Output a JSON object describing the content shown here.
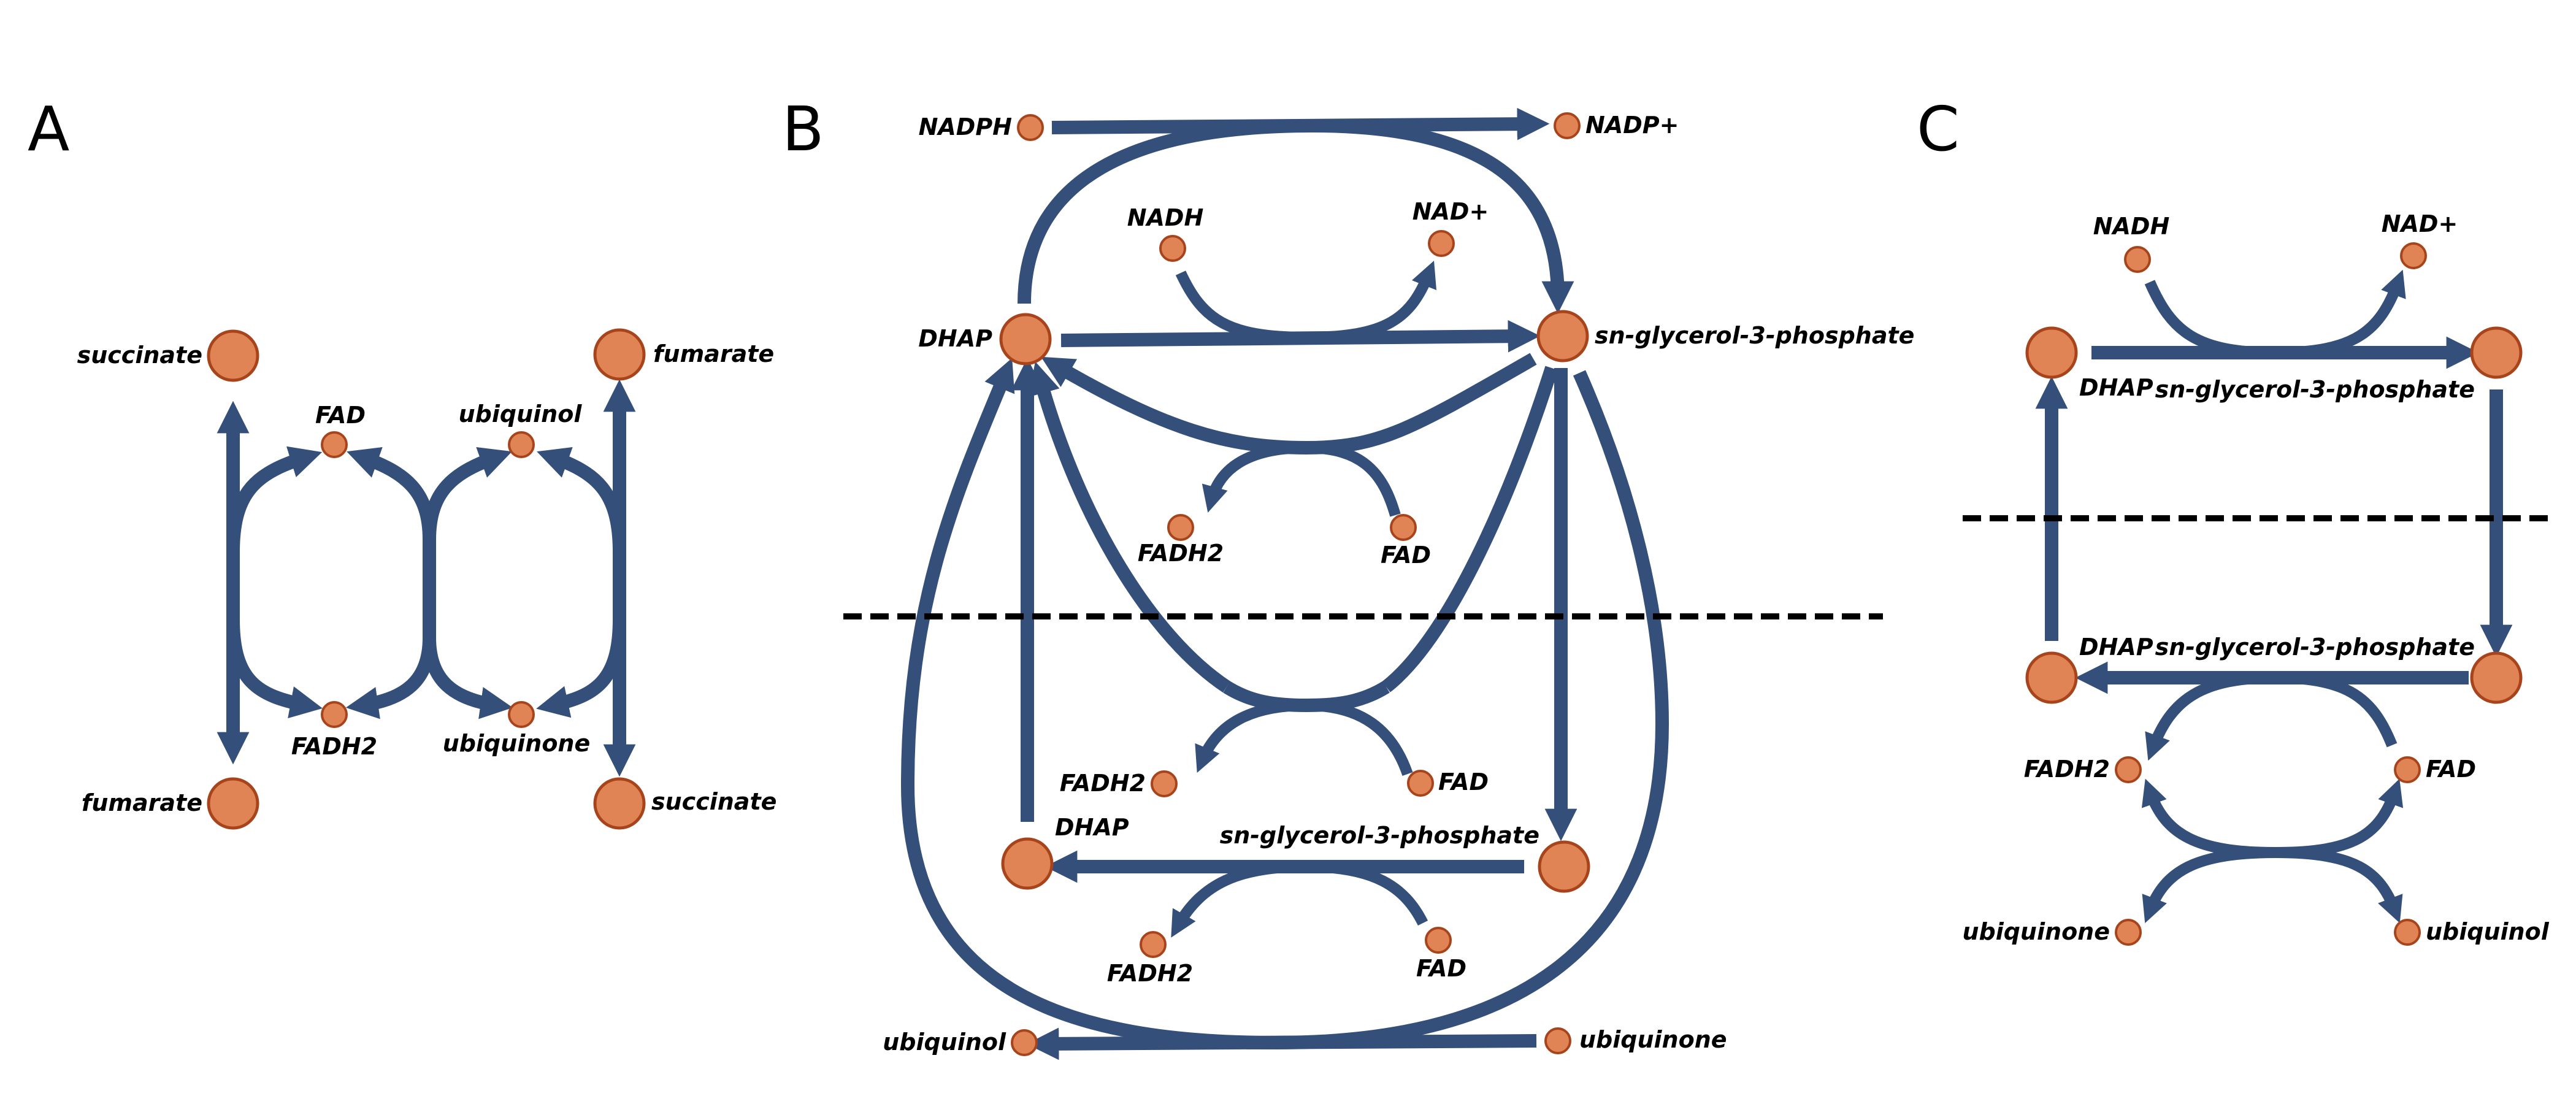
{
  "panels": [
    "A",
    "B",
    "C"
  ],
  "colors": {
    "flow": "#34507a",
    "node_fill": "#e08455",
    "node_stroke": "#a8441c",
    "divider": "#000000"
  },
  "panel_a": {
    "succinate_top": "succinate",
    "fumarate_bottom": "fumarate",
    "fad": "FAD",
    "fadh2": "FADH2",
    "ubiquinol": "ubiquinol",
    "ubiquinone": "ubiquinone",
    "fumarate_top": "fumarate",
    "succinate_bottom": "succinate"
  },
  "panel_b": {
    "nadph": "NADPH",
    "nadp": "NADP+",
    "nadh": "NADH",
    "nad": "NAD+",
    "dhap_top": "DHAP",
    "g3p_top": "sn-glycerol-3-phosphate",
    "fadh2_upper": "FADH2",
    "fad_upper": "FAD",
    "fadh2_mid": "FADH2",
    "fad_mid": "FAD",
    "dhap_bottom": "DHAP",
    "g3p_bottom": "sn-glycerol-3-phosphate",
    "fadh2_lower": "FADH2",
    "fad_lower": "FAD",
    "ubiquinol": "ubiquinol",
    "ubiquinone": "ubiquinone"
  },
  "panel_c": {
    "nadh": "NADH",
    "nad": "NAD+",
    "dhap_top": "DHAP",
    "g3p_top": "sn-glycerol-3-phosphate",
    "dhap_bottom": "DHAP",
    "g3p_bottom": "sn-glycerol-3-phosphate",
    "fadh2": "FADH2",
    "fad": "FAD",
    "ubiquinone": "ubiquinone",
    "ubiquinol": "ubiquinol"
  }
}
